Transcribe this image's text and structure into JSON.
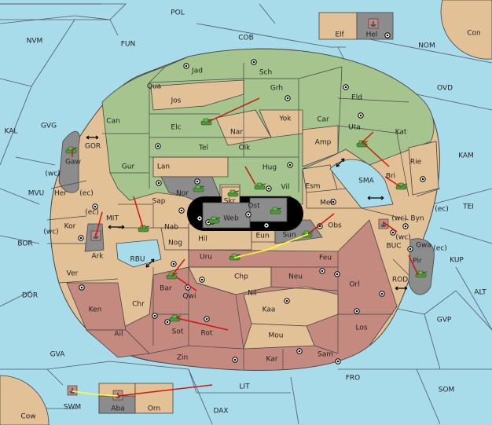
{
  "colors": {
    "sea": "#a8dcea",
    "green": "#a6c48e",
    "tan": "#e3c197",
    "red": "#c48a80",
    "gray": "#8c8c8c",
    "black": "#000000",
    "unit": "#4f9a3b",
    "fleet": "#4a5a66",
    "arrow": "#cc1a0a",
    "convoy": "#ffff33"
  },
  "labels": {
    "POL": "POL",
    "COB": "COB",
    "FUN": "FUN",
    "NVM": "NVM",
    "NOM": "NOM",
    "Con": "Con",
    "Elf": "Elf",
    "Hel": "Hel",
    "OVD": "OVD",
    "KAL": "KAL",
    "GVG": "GVG",
    "KAM": "KAM",
    "GOR": "GOR",
    "MVU": "MVU",
    "TEI": "TEI",
    "SMA": "SMA",
    "BOR": "BOR",
    "MIT": "MIT",
    "RBU": "RBU",
    "BUC": "BUC",
    "KUP": "KUP",
    "DOR": "DOR",
    "ROD": "ROD",
    "ALT": "ALT",
    "GVP": "GVP",
    "GVA": "GVA",
    "FRO": "FRO",
    "LIT": "LIT",
    "SOM": "SOM",
    "SWM": "SWM",
    "DAX": "DAX",
    "Cow": "Cow",
    "Jad": "Jad",
    "Sch": "Sch",
    "Qua": "Qua",
    "Grh": "Grh",
    "Jos": "Jos",
    "Eld": "Eld",
    "Can": "Can",
    "Car": "Car",
    "Yok": "Yok",
    "Elc": "Elc",
    "Nar": "Nar",
    "Uta": "Uta",
    "Kat": "Kat",
    "Amp": "Amp",
    "Tel": "Tel",
    "Olk": "Olk",
    "Gaw": "Gaw",
    "Gur": "Gur",
    "Lan": "Lan",
    "Hug": "Hug",
    "Rie": "Rie",
    "Bri": "Bri",
    "wc1": "(wc)",
    "Her": "Her",
    "ec1": "(ec)",
    "Nor": "Nor",
    "Vil": "Vil",
    "Esm": "Esm",
    "Skr": "Skr",
    "Sap": "Sap",
    "Ost": "Ost",
    "Mel": "Mel",
    "Byn": "Byn",
    "ec2": "(ec)",
    "ec3": "(ec)",
    "Kor": "Kor",
    "Web": "Web",
    "wc2": "(wc)",
    "wc3": "(wc)",
    "Nab": "Nab",
    "Obs": "Obs",
    "Eun": "Eun",
    "Sun": "Sun",
    "Hil": "Hil",
    "wc4": "(wc)",
    "Gwa": "Gwa",
    "ec4": "(ec)",
    "Ark": "Ark",
    "Nog": "Nog",
    "Uru": "Uru",
    "Feu": "Feu",
    "Pir": "Pir",
    "Ver": "Ver",
    "Chp": "Chp",
    "Neu": "Neu",
    "Orl": "Orl",
    "Bar": "Bar",
    "Qwi": "Qwi",
    "Nil": "Nil",
    "Ken": "Ken",
    "Chr": "Chr",
    "Kaa": "Kaa",
    "Los": "Los",
    "Ail": "Ail",
    "Sot": "Sot",
    "Rot": "Rot",
    "Mou": "Mou",
    "Zin": "Zin",
    "Kar": "Kar",
    "Sam": "Sam",
    "Aba": "Aba",
    "Orn": "Orn"
  }
}
